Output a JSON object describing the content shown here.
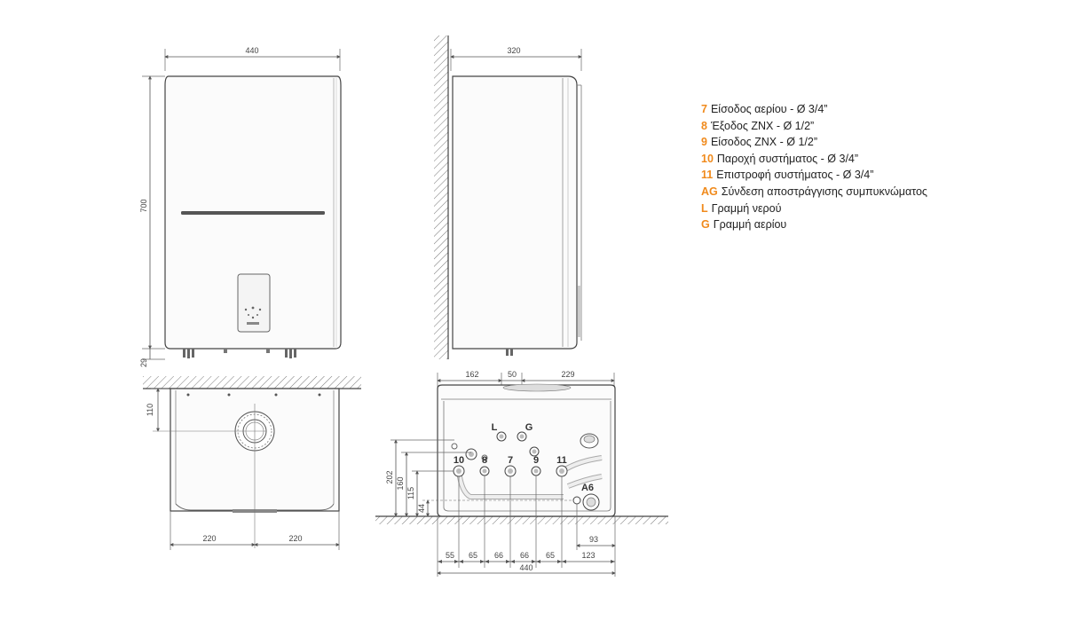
{
  "colors": {
    "accent": "#f08a1c",
    "line": "#555555",
    "text": "#222222"
  },
  "dimensions": {
    "front_width": "440",
    "front_height": "700",
    "bottom_gap": "29",
    "side_depth": "320",
    "top_offset_front": "110",
    "half_width_left": "220",
    "half_width_right": "220",
    "conn_top_left": "162",
    "conn_top_mid": "50",
    "conn_top_right": "229",
    "h_202": "202",
    "h_160": "160",
    "h_115": "115",
    "h_44": "44",
    "right_93": "93",
    "s_55": "55",
    "s_65a": "65",
    "s_66a": "66",
    "s_66b": "66",
    "s_65b": "65",
    "s_123": "123",
    "bottom_total": "440"
  },
  "connection_labels": {
    "L": "L",
    "G": "G",
    "c10": "10",
    "c8": "8",
    "c7": "7",
    "c9": "9",
    "c11": "11",
    "a6": "A6"
  },
  "legend": [
    {
      "code": "7",
      "text": "Είσοδος αερίου - Ø 3/4”"
    },
    {
      "code": "8",
      "text": "Έξοδος ZNX - Ø 1/2”"
    },
    {
      "code": "9",
      "text": "Είσοδος ZNX - Ø 1/2”"
    },
    {
      "code": "10",
      "text": "Παροχή συστήματος - Ø 3/4”"
    },
    {
      "code": "11",
      "text": "Επιστροφή συστήματος - Ø 3/4”"
    },
    {
      "code": "AG",
      "text": "Σύνδεση αποστράγγισης συμπυκνώματος"
    },
    {
      "code": "L",
      "text": "Γραμμή νερού"
    },
    {
      "code": "G",
      "text": "Γραμμή αερίου"
    }
  ]
}
